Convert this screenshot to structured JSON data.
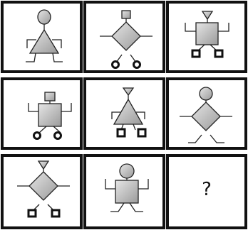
{
  "puzzle": {
    "question_mark": "?",
    "cells": [
      {
        "row": 1,
        "col": 1,
        "head": "circle",
        "body": "triangle",
        "arms": "raised",
        "feet": "lines"
      },
      {
        "row": 1,
        "col": 2,
        "head": "square",
        "body": "diamond",
        "arms": "flat",
        "feet": "wheels"
      },
      {
        "row": 1,
        "col": 3,
        "head": "triangle",
        "body": "square",
        "arms": "raised",
        "feet": "blocks"
      },
      {
        "row": 2,
        "col": 1,
        "head": "square",
        "body": "square",
        "arms": "raised",
        "feet": "wheels"
      },
      {
        "row": 2,
        "col": 2,
        "head": "triangle",
        "body": "triangle",
        "arms": "raised",
        "feet": "blocks"
      },
      {
        "row": 2,
        "col": 3,
        "head": "circle",
        "body": "diamond",
        "arms": "flat",
        "feet": "lines"
      },
      {
        "row": 3,
        "col": 1,
        "head": "triangle",
        "body": "diamond",
        "arms": "flat",
        "feet": "blocks"
      },
      {
        "row": 3,
        "col": 2,
        "head": "circle",
        "body": "square",
        "arms": "raised",
        "feet": "lines"
      },
      {
        "row": 3,
        "col": 3,
        "head": "unknown",
        "body": "unknown",
        "arms": "unknown",
        "feet": "unknown"
      }
    ]
  }
}
